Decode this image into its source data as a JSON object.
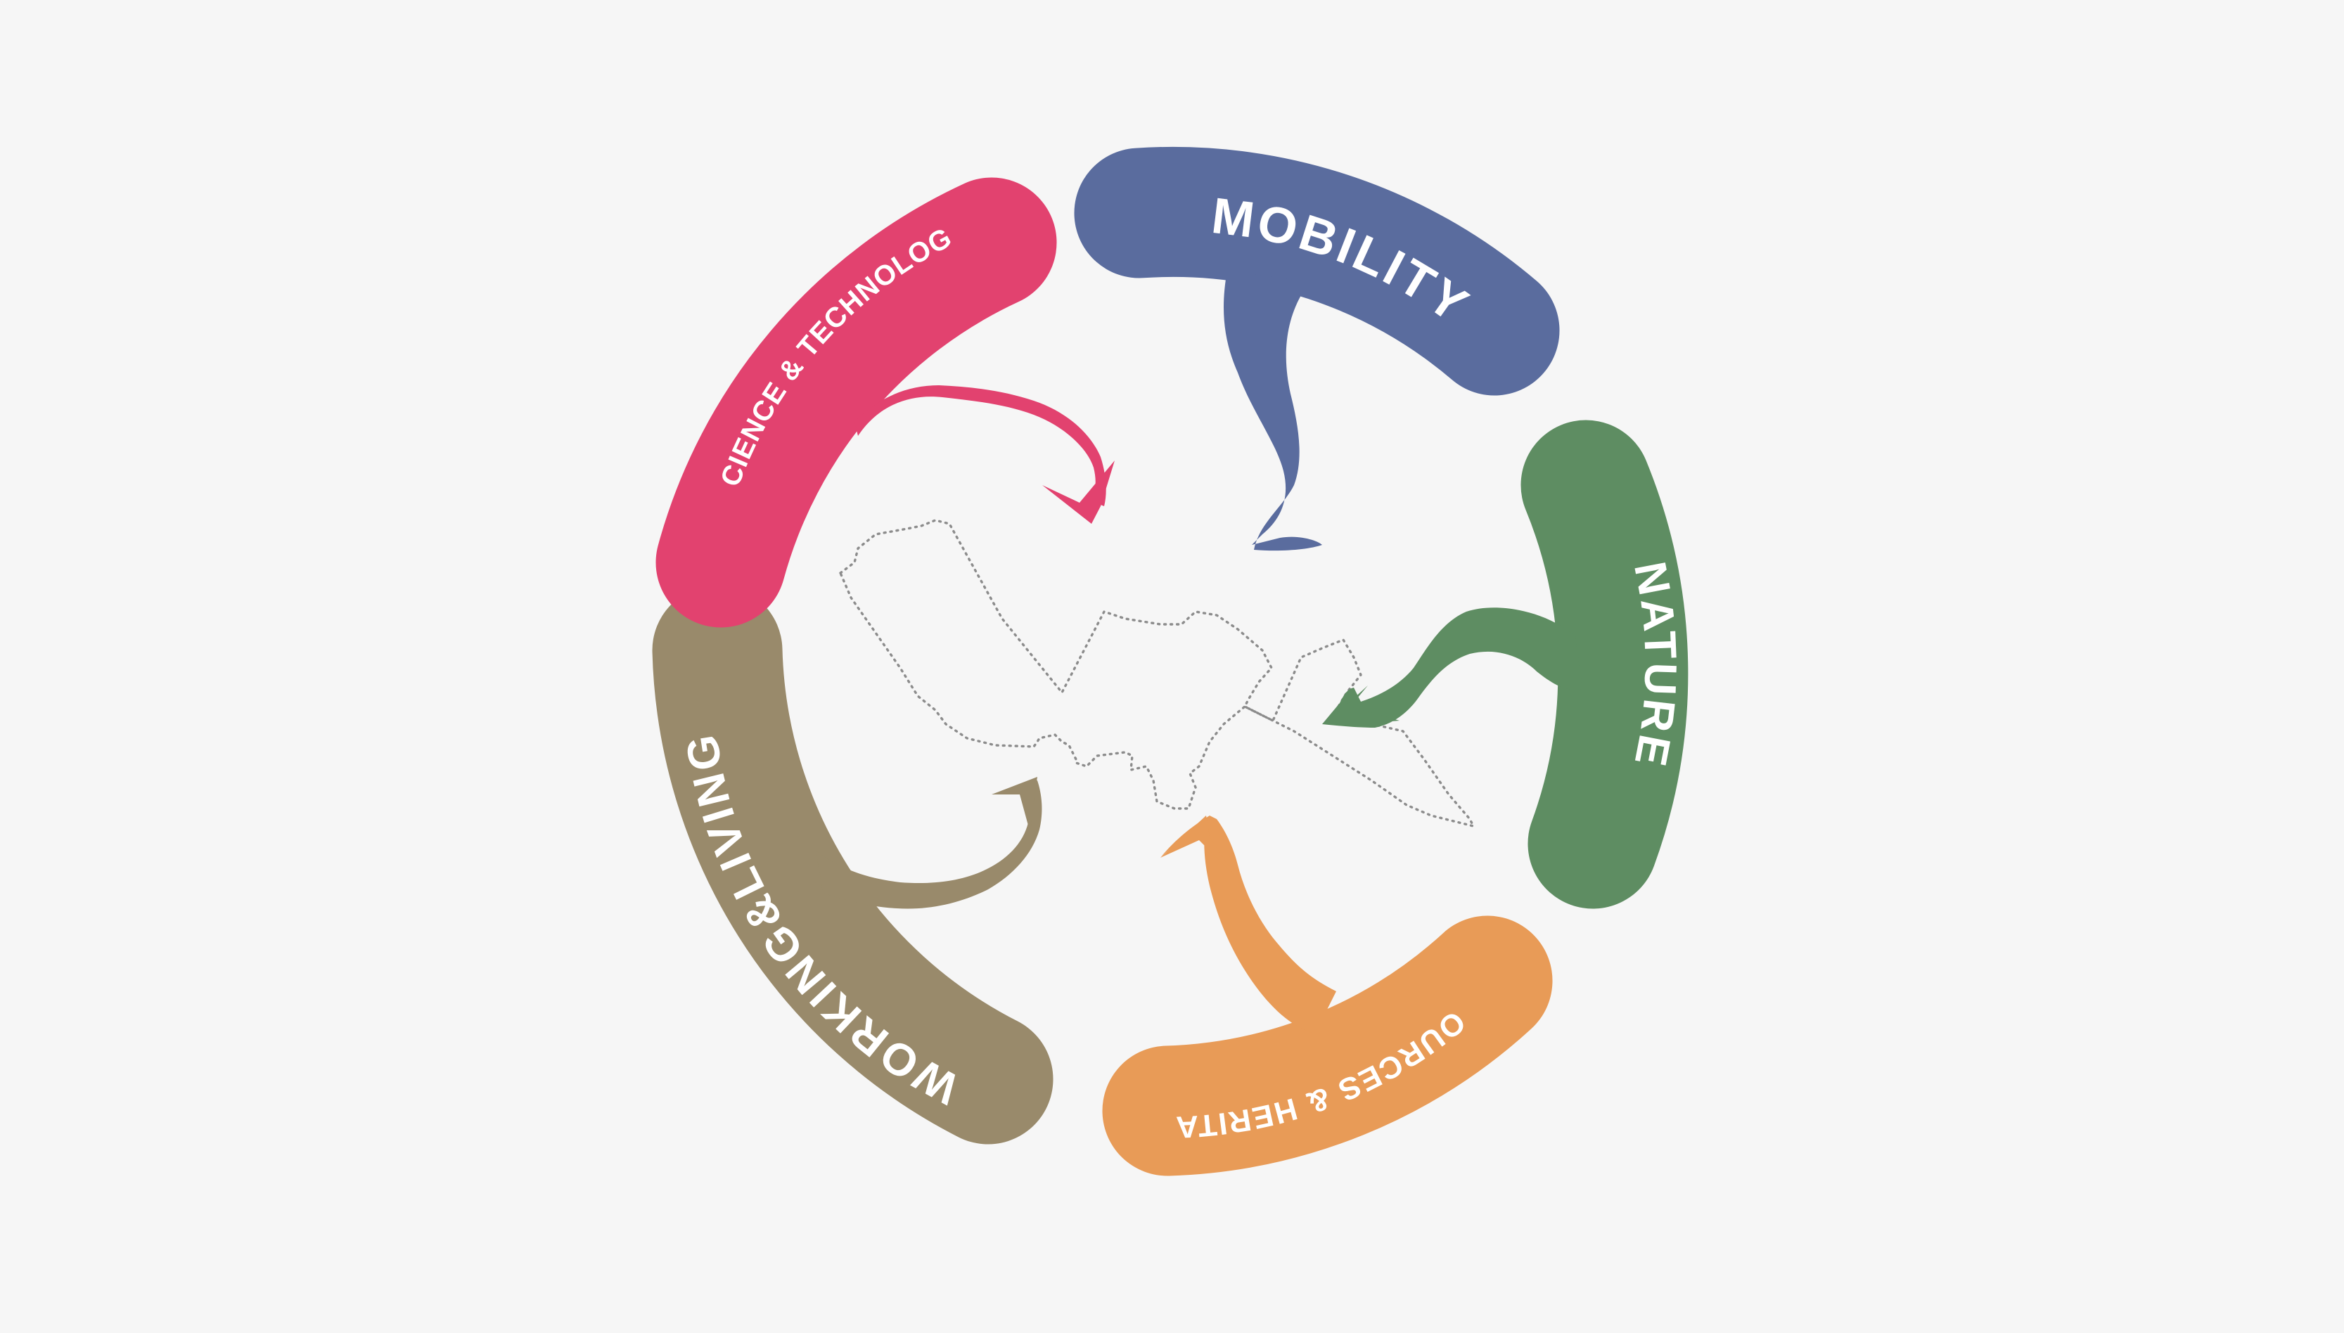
{
  "colors": {
    "background": "#f6f6f6",
    "mobility": "#5a6c9e",
    "nature": "#5e8d62",
    "resources_heritage": "#e89b57",
    "working_living": "#998a6b",
    "science_technology": "#e2426f",
    "label_text": "#ffffff",
    "outline": "#8c8c8c"
  },
  "segments": [
    {
      "id": "mobility",
      "label": "MOBILITY",
      "color": "#5a6c9e"
    },
    {
      "id": "nature",
      "label": "NATURE",
      "color": "#5e8d62"
    },
    {
      "id": "resources-heritage",
      "label": "RESOURCES & HERITAGE",
      "color": "#e89b57"
    },
    {
      "id": "working-living",
      "label": "WORKING&LIVING",
      "color": "#998a6b"
    },
    {
      "id": "science-technology",
      "label": "SCIENCE & TECHNOLOGY",
      "color": "#e2426f"
    }
  ]
}
